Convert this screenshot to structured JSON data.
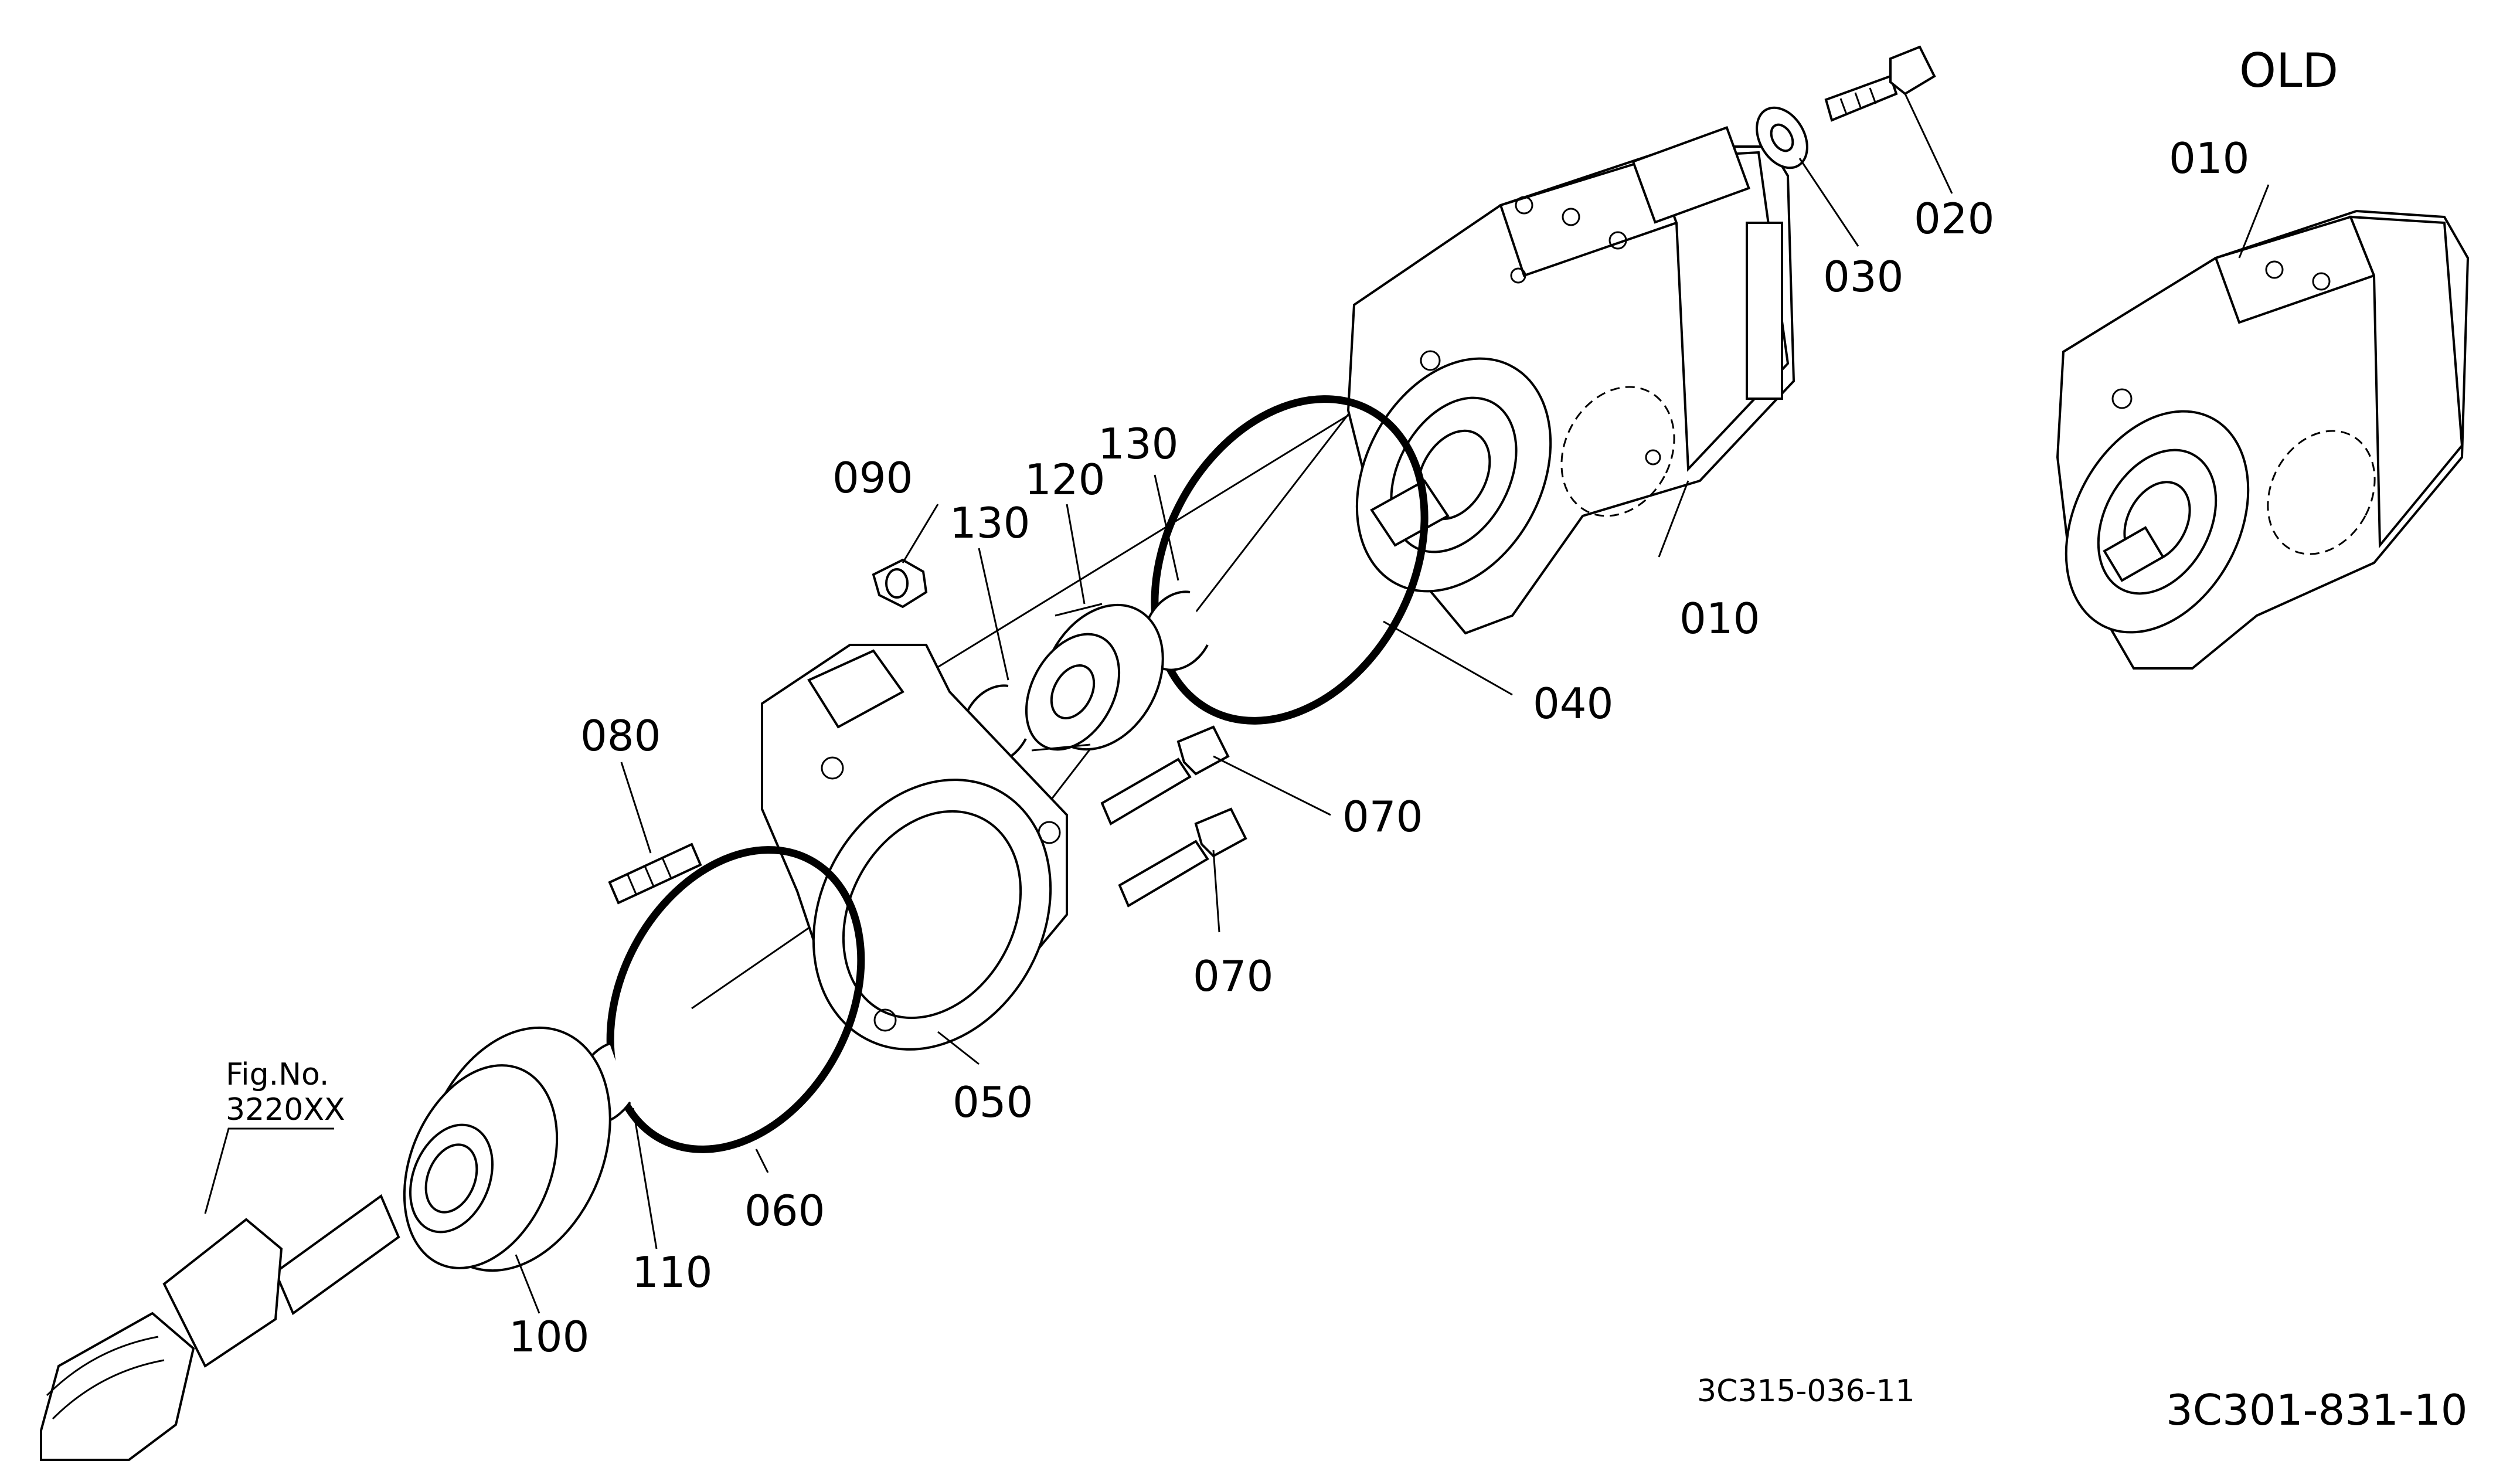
{
  "diagram": {
    "title": "OLD",
    "reference_codes": {
      "left": "3C315-036-11",
      "right": "3C301-831-10"
    },
    "figure_ref": {
      "line1": "Fig.No.",
      "line2": "3220XX"
    },
    "part_labels": {
      "p010_main": "010",
      "p010_old": "010",
      "p020": "020",
      "p030": "030",
      "p040": "040",
      "p050": "050",
      "p060": "060",
      "p070_a": "070",
      "p070_b": "070",
      "p080": "080",
      "p090": "090",
      "p100": "100",
      "p110": "110",
      "p120": "120",
      "p130_a": "130",
      "p130_b": "130"
    }
  }
}
